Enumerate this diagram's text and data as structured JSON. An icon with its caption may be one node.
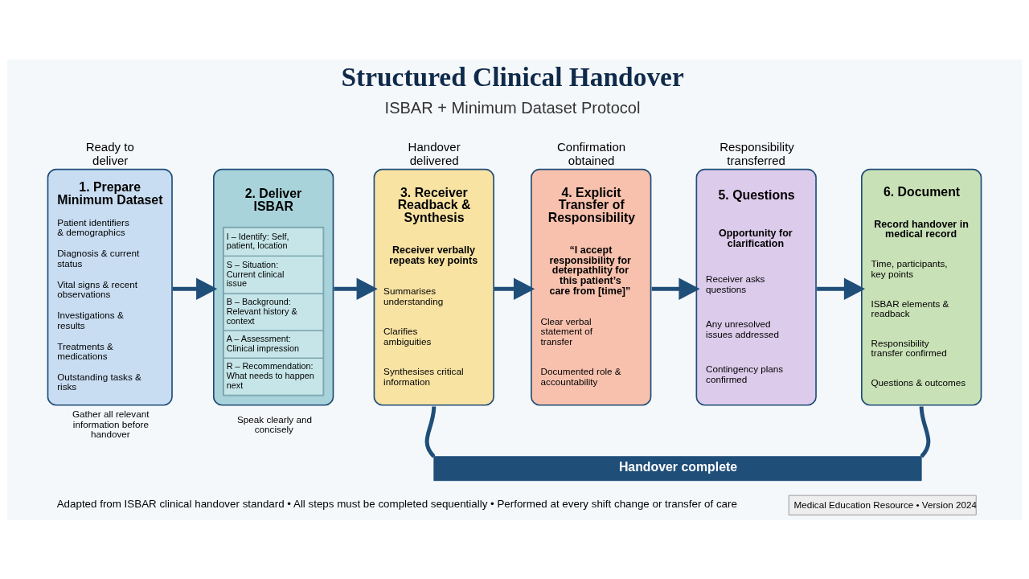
{
  "diagram": {
    "title": "Structured Clinical Handover",
    "caption": "Adapted from ISBAR clinical handover standard • All steps must be completed sequentially • Performed at every shift change or transfer of care",
    "nodes": [
      {
        "text": [
          "1. Prepare Minimum Dataset",
          "Patient identifiers & demographics",
          "Diagnosis & current status",
          "Vital signs & recent observations",
          "Investigations & results",
          "Treatments & medications",
          "Outstanding tasks & risks"
        ],
        "beside": [
          "Ready to deliver",
          "Gather all relevant information before handover"
        ]
      },
      {
        "text": [
          "2. Deliver ISBAR",
          "I – Identify: Self, patient, location",
          "S – Situation: Current clinical issue",
          "B – Background: Relevant history & context",
          "A – Assessment: Clinical impression",
          "R – Recommendation: What needs to happen next"
        ],
        "beside": [
          "Speak clearly and concisely"
        ]
      },
      {
        "text": [
          "3. Receiver Readback & Synthesis",
          "Receiver verbally repeats key points",
          "Summarises understanding",
          "Clarifies ambiguities",
          "Synthesises critical information"
        ],
        "beside": [
          "Handover delivered"
        ]
      },
      {
        "text": [
          "4. Explicit Transfer of Responsibility",
          "“I accept responsibility for deterpathlity for this patient’s care from [time]”",
          "Clear verbal statement of transfer",
          "Documented role & accountability"
        ],
        "beside": [
          "Confirmation obtained"
        ]
      },
      {
        "text": [
          "5. Questions",
          "Opportunity for clarification",
          "Receiver asks questions",
          "Any unresolved issues addressed",
          "Contingency plans confirmed"
        ],
        "beside": [
          "Responsibility transferred"
        ]
      },
      {
        "text": [
          "6. Document",
          "Record handover in medical record",
          "Time, participants, key points",
          "ISBAR elements & readback",
          "Responsibility transfer confirmed",
          "Questions & outcomes"
        ]
      },
      {
        "text": [
          "Handover complete"
        ]
      }
    ],
    "edges": [
      {
        "from": 0,
        "to": 1,
        "arrow": "to"
      },
      {
        "from": 1,
        "to": 2,
        "arrow": "to"
      },
      {
        "from": 2,
        "to": 3,
        "arrow": "to"
      },
      {
        "from": 3,
        "to": 4,
        "arrow": "to"
      },
      {
        "from": 4,
        "to": 5,
        "arrow": "to"
      },
      {
        "from": 2,
        "to": 6,
        "arrow": "none"
      },
      {
        "from": 5,
        "to": 6,
        "arrow": "none"
      }
    ],
    "labels": [
      "ISBAR + Minimum Dataset Protocol",
      "Medical Education Resource • Version 2024"
    ]
  }
}
